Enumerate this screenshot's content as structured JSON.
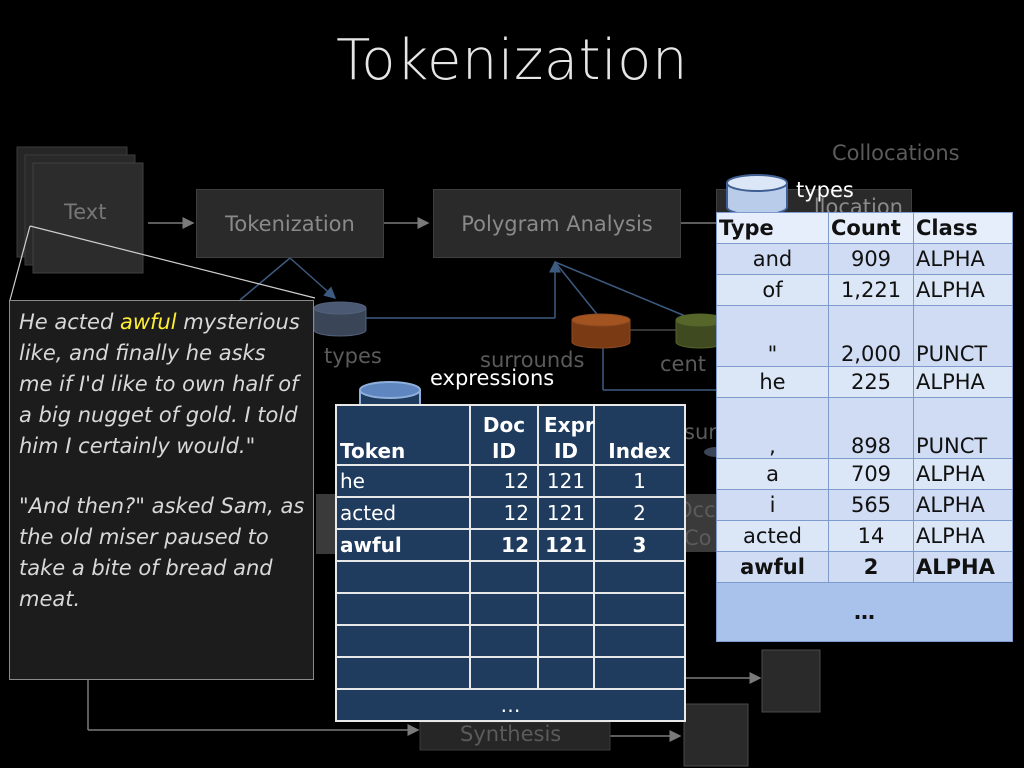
{
  "title": "Tokenization",
  "background_diagram": {
    "text_box": "Text",
    "tokenization_box": "Tokenization",
    "polygram_box": "Polygram Analysis",
    "collocations_label": "Collocations",
    "collocation_box_partial": "llocation",
    "types_label": "types",
    "surrounds_label": "surrounds",
    "centers_label_partial": "cent",
    "sur_label_partial": "sur",
    "occ_label_partial": "Occ",
    "co_label_partial": "Co",
    "synthesis_label": "Synthesis"
  },
  "quote": {
    "before_highlight": "He acted ",
    "highlight": "awful",
    "after_highlight": " mysterious like, and finally he asks me if I'd like to own half of a big nugget of gold.  I told him I certainly would.\"",
    "paragraph2": "\"And then?\" asked Sam, as the old miser paused to take a bite of bread and meat."
  },
  "expressions": {
    "label": "expressions",
    "headers": [
      "Token",
      "Doc ID",
      "Expr ID",
      "Index"
    ],
    "rows": [
      {
        "token": "he",
        "doc_id": "12",
        "expr_id": "121",
        "index": "1",
        "bold": false
      },
      {
        "token": "acted",
        "doc_id": "12",
        "expr_id": "121",
        "index": "2",
        "bold": false
      },
      {
        "token": "awful",
        "doc_id": "12",
        "expr_id": "121",
        "index": "3",
        "bold": true
      }
    ],
    "ellipsis": "…"
  },
  "types": {
    "label": "types",
    "headers": [
      "Type",
      "Count",
      "Class"
    ],
    "rows": [
      {
        "type": "and",
        "count": "909",
        "class": "ALPHA",
        "tall": false,
        "bold": false
      },
      {
        "type": "of",
        "count": "1,221",
        "class": "ALPHA",
        "tall": false,
        "bold": false
      },
      {
        "type": "\"",
        "count": "2,000",
        "class": "PUNCT",
        "tall": true,
        "bold": false
      },
      {
        "type": "he",
        "count": "225",
        "class": "ALPHA",
        "tall": false,
        "bold": false
      },
      {
        "type": ",",
        "count": "898",
        "class": "PUNCT",
        "tall": true,
        "bold": false
      },
      {
        "type": "a",
        "count": "709",
        "class": "ALPHA",
        "tall": false,
        "bold": false
      },
      {
        "type": "i",
        "count": "565",
        "class": "ALPHA",
        "tall": false,
        "bold": false
      },
      {
        "type": "acted",
        "count": "14",
        "class": "ALPHA",
        "tall": false,
        "bold": false
      },
      {
        "type": "awful",
        "count": "2",
        "class": "ALPHA",
        "tall": false,
        "bold": true
      }
    ],
    "ellipsis": "…"
  },
  "colors": {
    "expressions_bg": "#1f3b5e",
    "types_bg": "#cfdcf3",
    "highlight": "#ffee33"
  }
}
